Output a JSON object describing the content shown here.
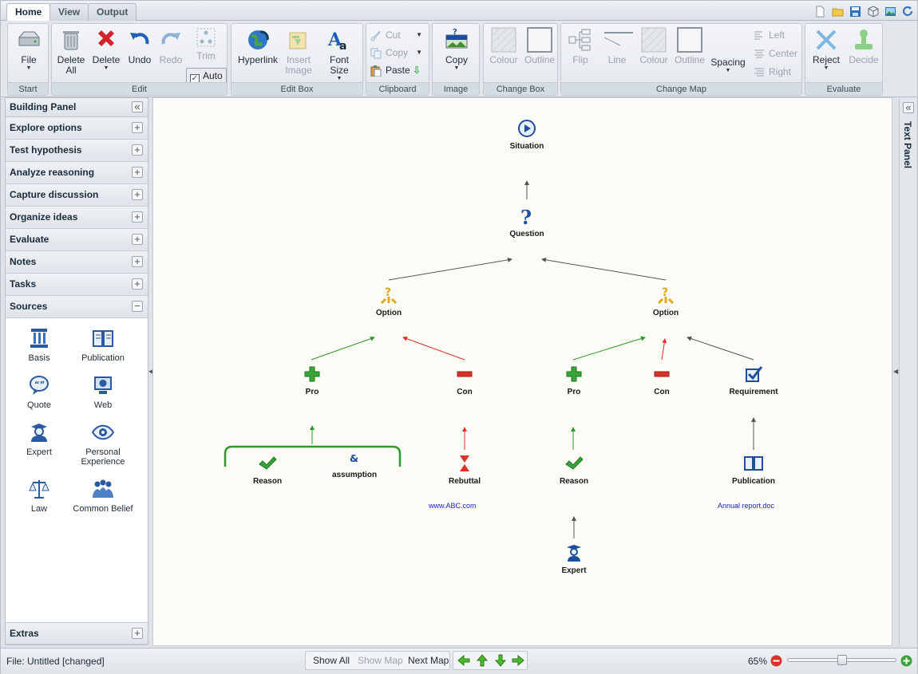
{
  "tabs": [
    "Home",
    "View",
    "Output"
  ],
  "quick_access": [
    "new-file-icon",
    "open-folder-icon",
    "save-icon",
    "package-icon",
    "image-export-icon",
    "refresh-icon"
  ],
  "ribbon": {
    "start": {
      "label": "Start",
      "file": "File"
    },
    "edit": {
      "label": "Edit",
      "delete_all": "Delete All",
      "delete": "Delete",
      "undo": "Undo",
      "redo": "Redo",
      "trim": "Trim",
      "auto": "Auto"
    },
    "edit_box": {
      "label": "Edit Box",
      "hyperlink": "Hyperlink",
      "insert_image": "Insert Image",
      "font_size": "Font Size"
    },
    "clipboard": {
      "label": "Clipboard",
      "cut": "Cut",
      "copy": "Copy",
      "paste": "Paste"
    },
    "image": {
      "label": "Image",
      "copy": "Copy"
    },
    "change_box": {
      "label": "Change Box",
      "colour": "Colour",
      "outline": "Outline"
    },
    "change_map": {
      "label": "Change Map",
      "flip": "Flip",
      "line": "Line",
      "colour": "Colour",
      "outline": "Outline",
      "spacing": "Spacing",
      "left": "Left",
      "center": "Center",
      "right": "Right"
    },
    "evaluate": {
      "label": "Evaluate",
      "reject": "Reject",
      "decide": "Decide"
    }
  },
  "building_panel": {
    "title": "Building Panel",
    "sections": [
      "Explore options",
      "Test hypothesis",
      "Analyze reasoning",
      "Capture discussion",
      "Organize ideas",
      "Evaluate",
      "Notes",
      "Tasks",
      "Sources"
    ],
    "sources": [
      "Basis",
      "Publication",
      "Quote",
      "Web",
      "Expert",
      "Personal Experience",
      "Law",
      "Common Belief"
    ],
    "extras": "Extras"
  },
  "map": {
    "situation": "Situation",
    "question": "Question",
    "option_left": "Option",
    "option_right": "Option",
    "pro_1": "Pro",
    "con_1": "Con",
    "pro_2": "Pro",
    "con_2": "Con",
    "requirement": "Requirement",
    "reason_1": "Reason",
    "assumption": "assumption",
    "rebuttal": "Rebuttal",
    "reason_2": "Reason",
    "publication": "Publication",
    "link_abc": "www.ABC.com",
    "link_report": "Annual report.doc",
    "expert": "Expert"
  },
  "text_panel": "Text Panel",
  "status": {
    "file": "File: Untitled [changed]",
    "show_all": "Show All",
    "show_map": "Show Map",
    "next_map": "Next Map",
    "zoom": "65%",
    "zoom_level": 0.5
  },
  "colors": {
    "pro": "#2e9a2e",
    "con": "#d9332a",
    "accent": "#1e4f9c"
  }
}
